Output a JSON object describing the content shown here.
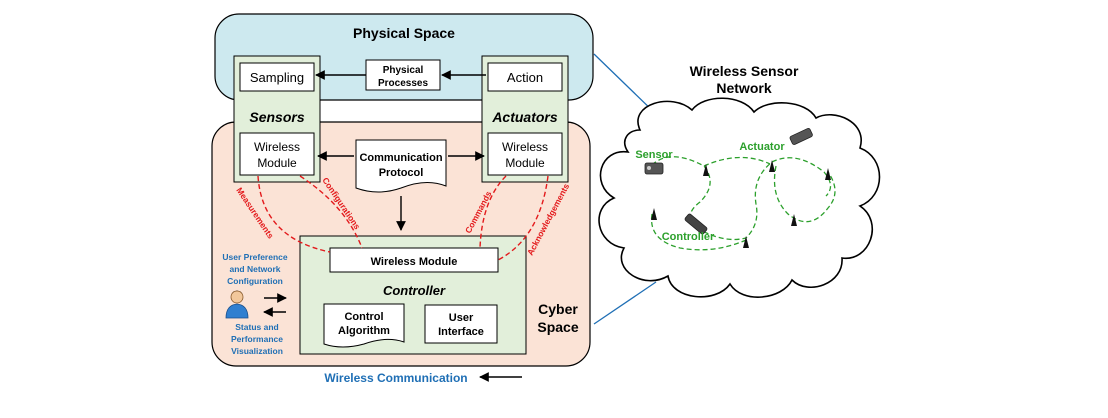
{
  "physical_space": {
    "title": "Physical Space",
    "sampling": "Sampling",
    "physical_processes": [
      "Physical",
      "Processes"
    ],
    "action": "Action"
  },
  "sensors": {
    "title": "Sensors",
    "wireless_module": [
      "Wireless",
      "Module"
    ]
  },
  "actuators": {
    "title": "Actuators",
    "wireless_module": [
      "Wireless",
      "Module"
    ]
  },
  "communication_protocol": [
    "Communication",
    "Protocol"
  ],
  "links": {
    "measurements": "Measurements",
    "configurations": "Configurations",
    "commands": "Commands",
    "acknowledgements": "Acknowledgements"
  },
  "controller": {
    "wireless_module": "Wireless Module",
    "title": "Controller",
    "control_algorithm": [
      "Control",
      "Algorithm"
    ],
    "user_interface": [
      "User",
      "Interface"
    ]
  },
  "cyber_space": [
    "Cyber",
    "Space"
  ],
  "user": {
    "preference_label": [
      "User Preference",
      "and Network",
      "Configuration"
    ],
    "status_label": [
      "Status and",
      "Performance",
      "Visualization"
    ]
  },
  "legend": {
    "wireless_communication": "Wireless Communication"
  },
  "network": {
    "title": [
      "Wireless Sensor",
      "Network"
    ],
    "sensor_label": "Sensor",
    "actuator_label": "Actuator",
    "controller_label": "Controller"
  },
  "colors": {
    "physical_fill": "#cde9ef",
    "cyber_fill": "#fbe3d6",
    "node_fill": "#e2efda",
    "link_red": "#e31a1c",
    "wsn_green": "#2ca02c",
    "legend_blue": "#1f6fb5"
  }
}
